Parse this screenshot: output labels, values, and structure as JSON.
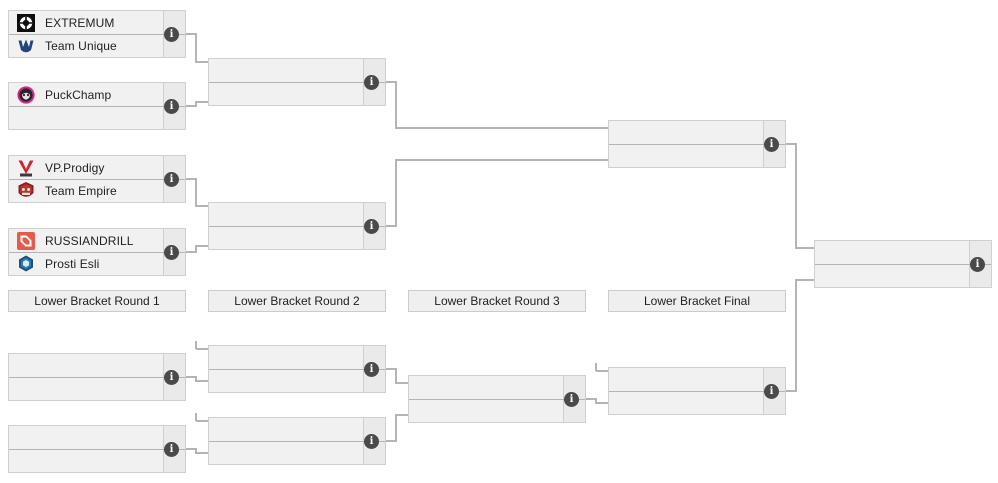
{
  "bracket": {
    "title": "Lower Bracket",
    "accent_color": "#4a4a4a",
    "box_fill": "#f1f1f1",
    "box_border": "#cfcfcf",
    "line_color": "#b4b4b4",
    "info_icon_label": "i",
    "info_icon_name": "info-icon"
  },
  "round_labels": [
    {
      "label": "Lower Bracket Round 1"
    },
    {
      "label": "Lower Bracket Round 2"
    },
    {
      "label": "Lower Bracket Round 3"
    },
    {
      "label": "Lower Bracket Final"
    }
  ],
  "matches": {
    "r1m1": {
      "top": {
        "name": "EXTREMUM",
        "score": "",
        "logo": "extremum-logo"
      },
      "bottom": {
        "name": "Team Unique",
        "score": "",
        "logo": "team-unique-logo"
      }
    },
    "r1m2": {
      "top": {
        "name": "PuckChamp",
        "score": "",
        "logo": "puckchamp-logo"
      },
      "bottom": {
        "name": "",
        "score": "",
        "logo": ""
      }
    },
    "r1m3": {
      "top": {
        "name": "VP.Prodigy",
        "score": "",
        "logo": "vp-prodigy-logo"
      },
      "bottom": {
        "name": "Team Empire",
        "score": "",
        "logo": "team-empire-logo"
      }
    },
    "r1m4": {
      "top": {
        "name": "RUSSIANDRILL",
        "score": "",
        "logo": "russiandrill-logo"
      },
      "bottom": {
        "name": "Prosti Esli",
        "score": "",
        "logo": "prosti-esli-logo"
      }
    },
    "r2m1": {
      "top": {
        "name": "",
        "score": ""
      },
      "bottom": {
        "name": "",
        "score": ""
      }
    },
    "r2m2": {
      "top": {
        "name": "",
        "score": ""
      },
      "bottom": {
        "name": "",
        "score": ""
      }
    },
    "r3m1": {
      "top": {
        "name": "",
        "score": ""
      },
      "bottom": {
        "name": "",
        "score": ""
      }
    },
    "r4m1": {
      "top": {
        "name": "",
        "score": ""
      },
      "bottom": {
        "name": "",
        "score": ""
      }
    },
    "b1m1": {
      "top": {
        "name": "",
        "score": ""
      },
      "bottom": {
        "name": "",
        "score": ""
      }
    },
    "b1m2": {
      "top": {
        "name": "",
        "score": ""
      },
      "bottom": {
        "name": "",
        "score": ""
      }
    },
    "b2m1": {
      "top": {
        "name": "",
        "score": ""
      },
      "bottom": {
        "name": "",
        "score": ""
      }
    },
    "b2m2": {
      "top": {
        "name": "",
        "score": ""
      },
      "bottom": {
        "name": "",
        "score": ""
      }
    },
    "b3m1": {
      "top": {
        "name": "",
        "score": ""
      },
      "bottom": {
        "name": "",
        "score": ""
      }
    },
    "b4m1": {
      "top": {
        "name": "",
        "score": ""
      },
      "bottom": {
        "name": "",
        "score": ""
      }
    }
  }
}
